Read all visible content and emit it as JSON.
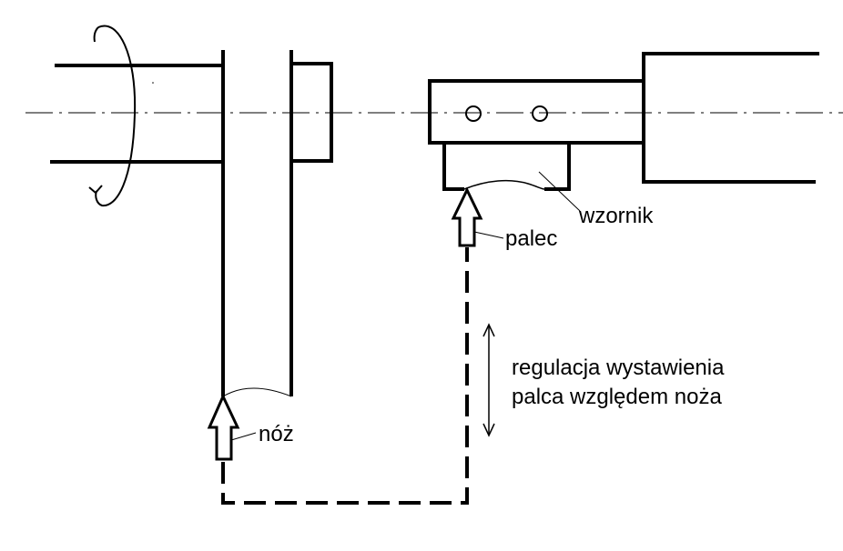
{
  "labels": {
    "wzornik": "wzornik",
    "palec": "palec",
    "noz": "nóż",
    "regulacja_line1": "regulacja wystawienia",
    "regulacja_line2": "palca względem noża"
  },
  "colors": {
    "stroke": "#000000",
    "background": "#ffffff"
  }
}
